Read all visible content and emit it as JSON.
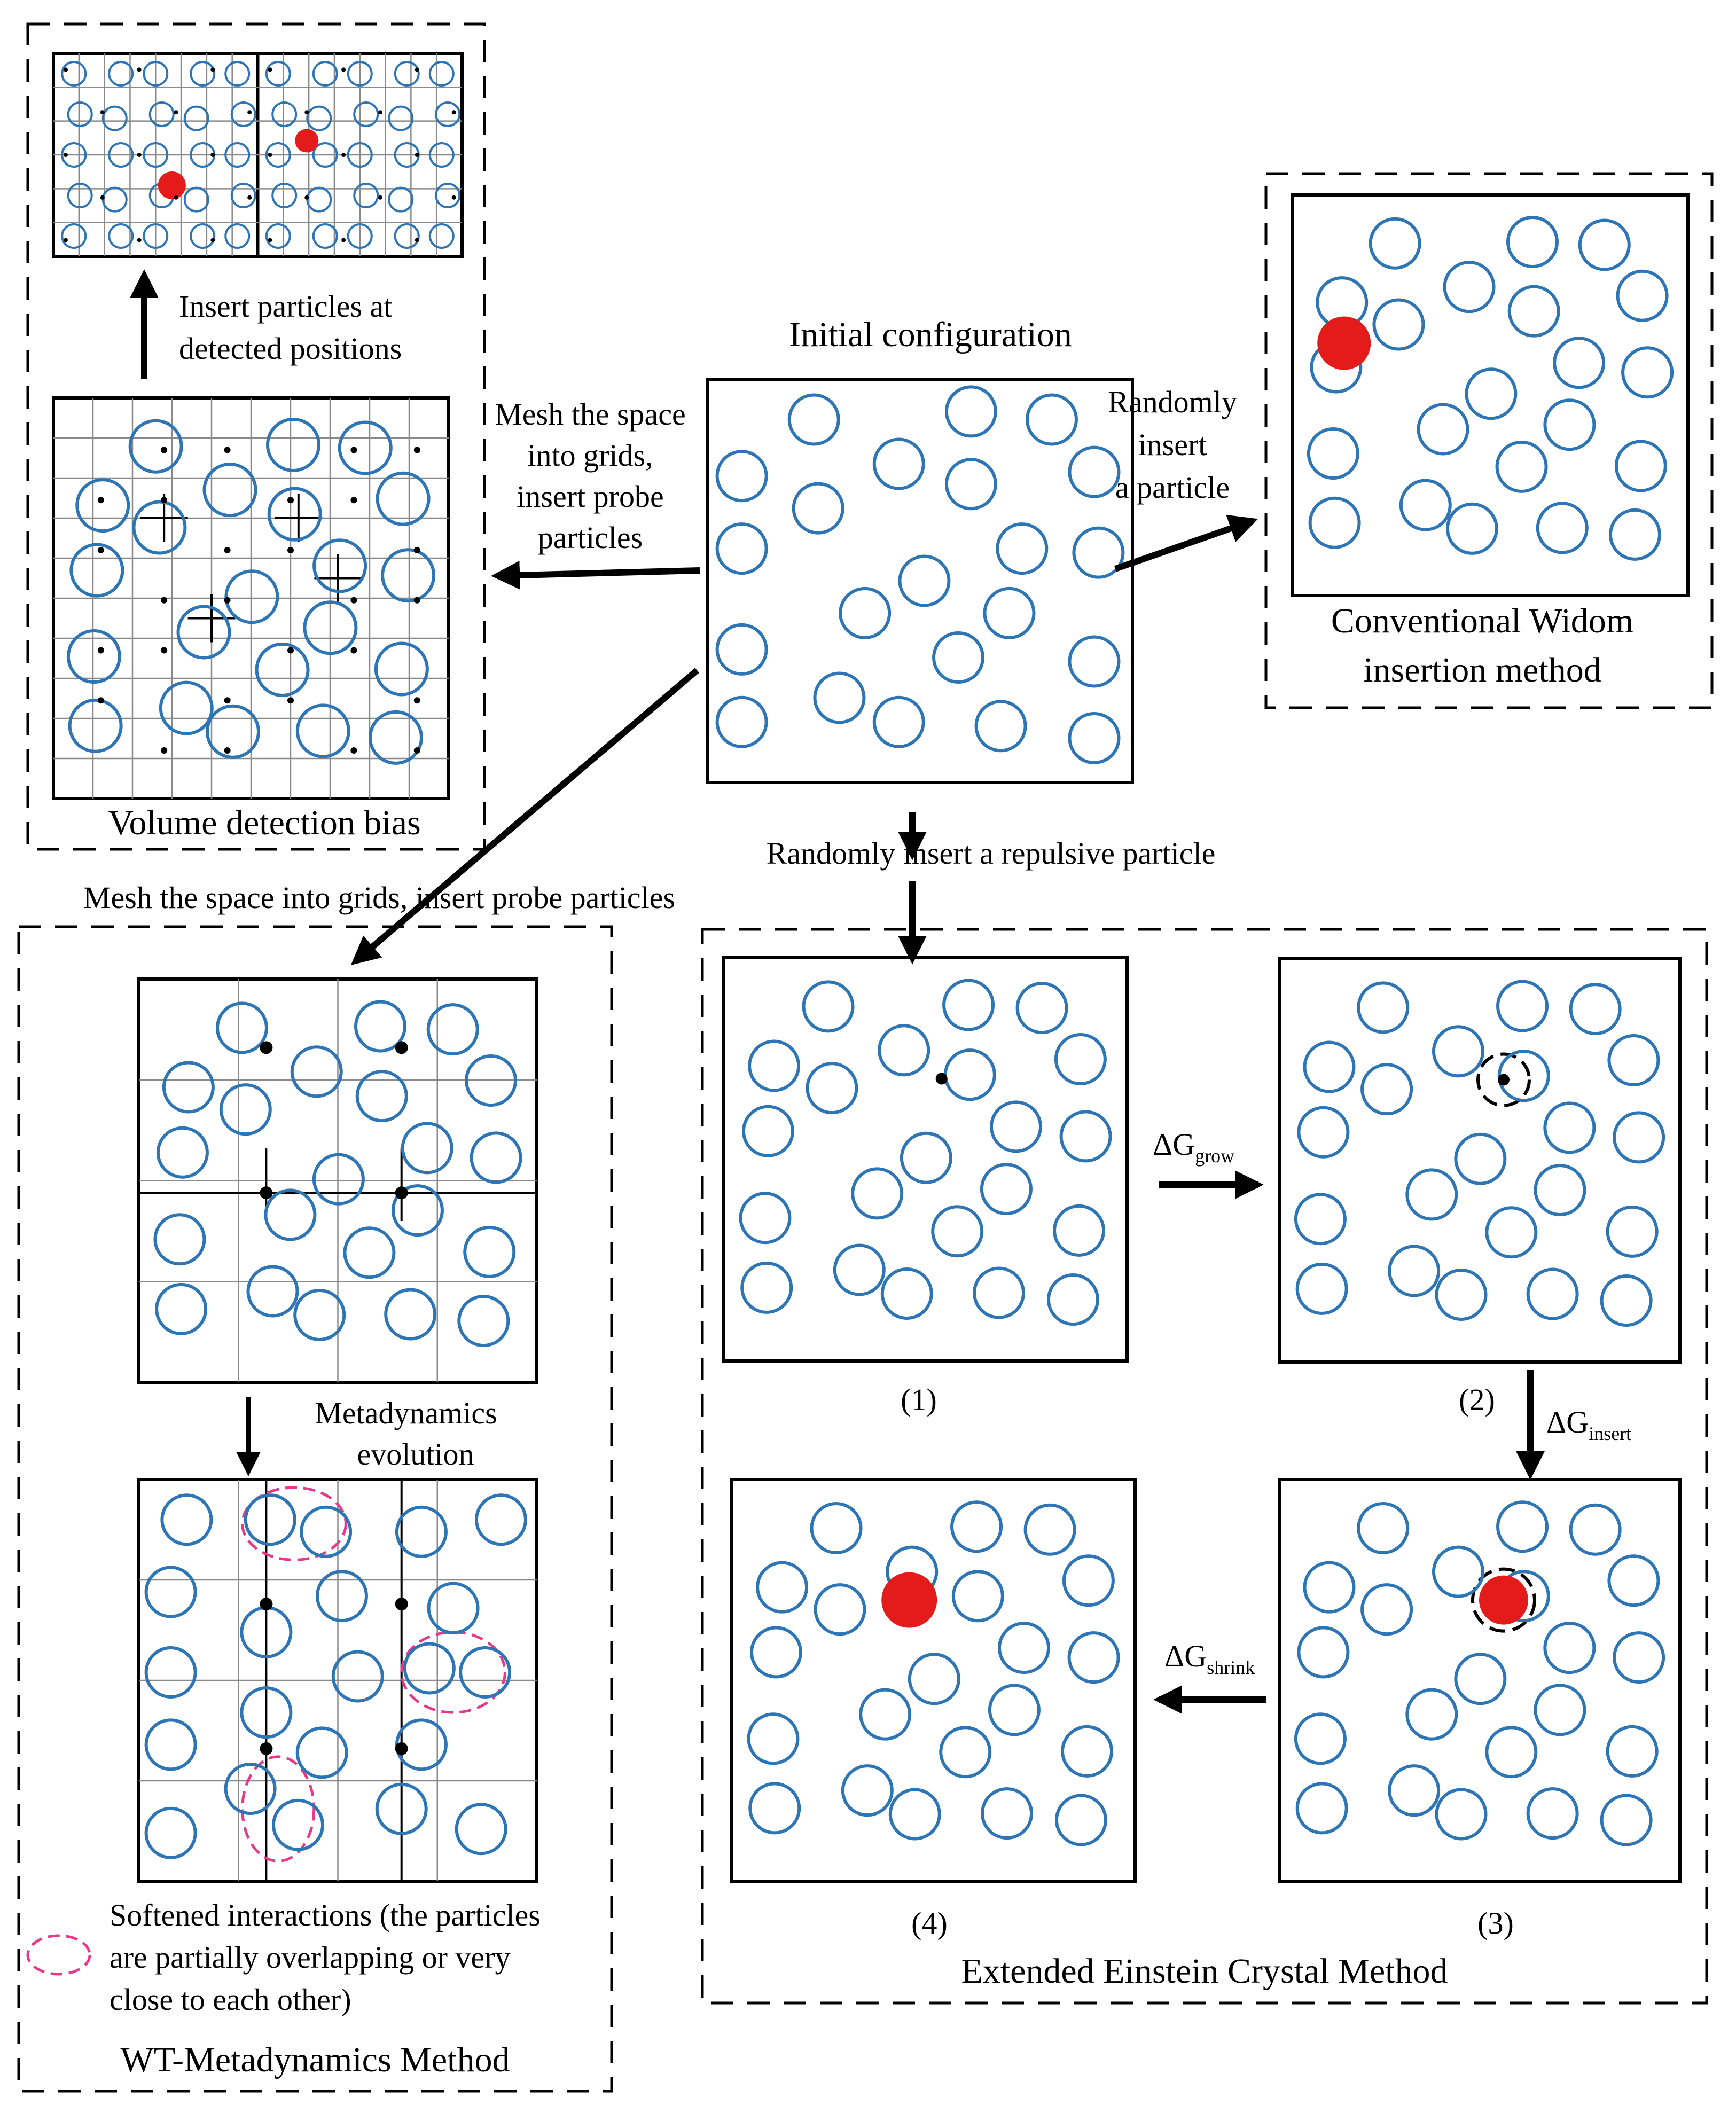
{
  "initial": {
    "title": "Initial configuration"
  },
  "widom": {
    "arrow_label": [
      "Randomly",
      "insert",
      "a particle"
    ],
    "caption": [
      "Conventional Widom",
      "insertion method"
    ]
  },
  "volume": {
    "arrow_label": [
      "Mesh the space",
      "into grids,",
      "insert probe",
      "particles"
    ],
    "caption": "Volume detection bias",
    "insert_label": [
      "Insert particles at",
      "detected positions"
    ]
  },
  "wt": {
    "arrow_label": "Mesh the space into grids, insert probe particles",
    "evolution_label": [
      "Metadynamics",
      "evolution"
    ],
    "legend": [
      "Softened interactions (the particles",
      "are partially overlapping or very",
      "close to each other)"
    ],
    "caption": "WT-Metadynamics Method"
  },
  "eecm": {
    "arrow_label": "Randomly insert a repulsive particle",
    "caption": "Extended Einstein Crystal Method",
    "panel_labels": [
      "(1)",
      "(2)",
      "(3)",
      "(4)"
    ],
    "dg_grow": {
      "base": "ΔG",
      "sub": "grow"
    },
    "dg_insert": {
      "base": "ΔG",
      "sub": "insert"
    },
    "dg_shrink": {
      "base": "ΔG",
      "sub": "shrink"
    }
  },
  "colors": {
    "particle": "#2e75b6",
    "inserted": "#e31b1b",
    "softened": "#e8388a",
    "line": "#000000"
  }
}
